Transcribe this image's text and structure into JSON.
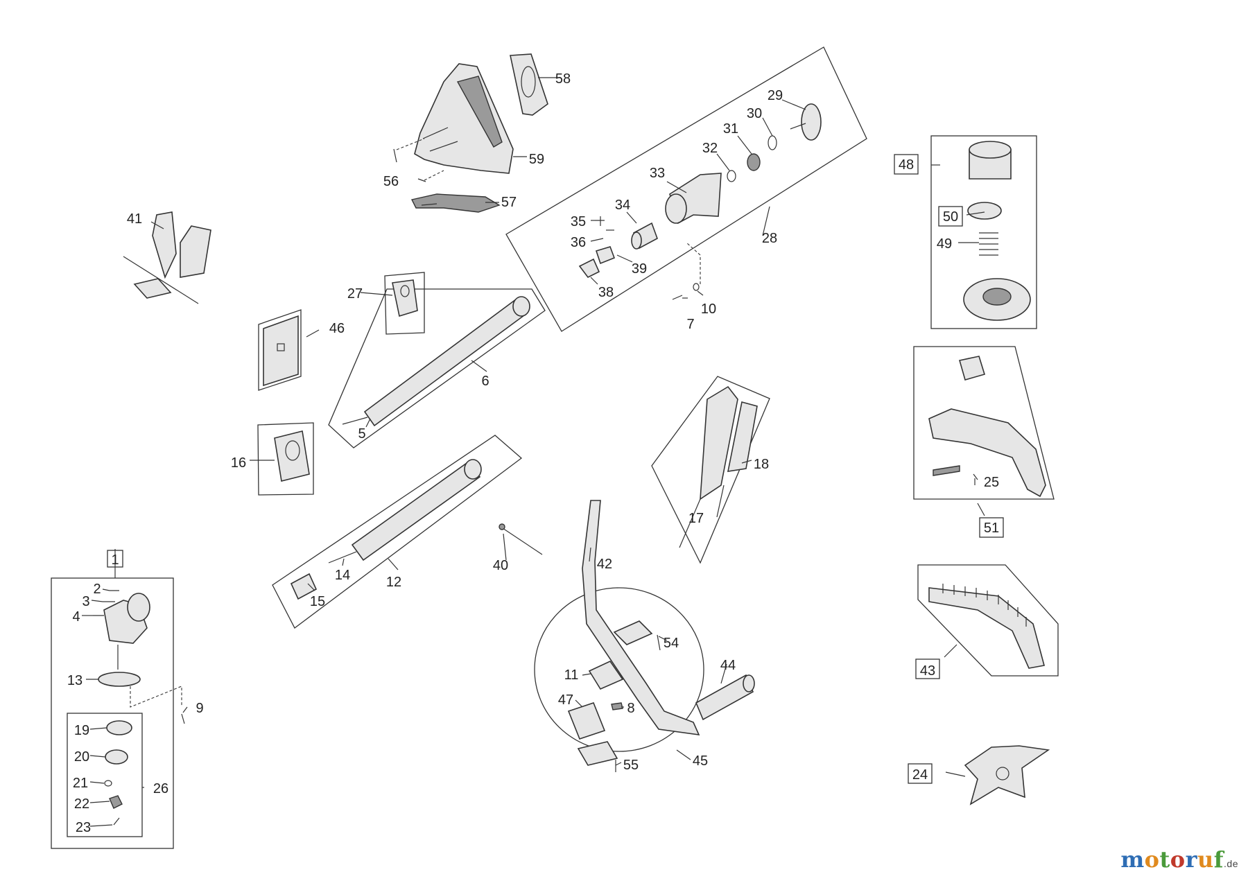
{
  "diagram": {
    "labels": {
      "n1": "1",
      "n2": "2",
      "n3": "3",
      "n4": "4",
      "n5": "5",
      "n6": "6",
      "n7": "7",
      "n8": "8",
      "n9": "9",
      "n10": "10",
      "n11": "11",
      "n12": "12",
      "n13": "13",
      "n14": "14",
      "n15": "15",
      "n16": "16",
      "n17": "17",
      "n18": "18",
      "n19": "19",
      "n20": "20",
      "n21": "21",
      "n22": "22",
      "n23": "23",
      "n24": "24",
      "n25": "25",
      "n26": "26",
      "n27": "27",
      "n28": "28",
      "n29": "29",
      "n30": "30",
      "n31": "31",
      "n32": "32",
      "n33": "33",
      "n34": "34",
      "n35": "35",
      "n36": "36",
      "n38": "38",
      "n39": "39",
      "n40": "40",
      "n41": "41",
      "n42": "42",
      "n43": "43",
      "n44": "44",
      "n45": "45",
      "n46": "46",
      "n47": "47",
      "n48": "48",
      "n49": "49",
      "n50": "50",
      "n51": "51",
      "n54": "54",
      "n55": "55",
      "n56": "56",
      "n57": "57",
      "n58": "58",
      "n59": "59"
    }
  },
  "watermark": {
    "letters": [
      "m",
      "o",
      "t",
      "o",
      "r",
      "u",
      "f"
    ],
    "letter_colors": [
      "#2e6db4",
      "#e08a1e",
      "#4a9a3a",
      "#c0392b",
      "#2e6db4",
      "#e08a1e",
      "#4a9a3a"
    ],
    "suffix": ".de"
  }
}
